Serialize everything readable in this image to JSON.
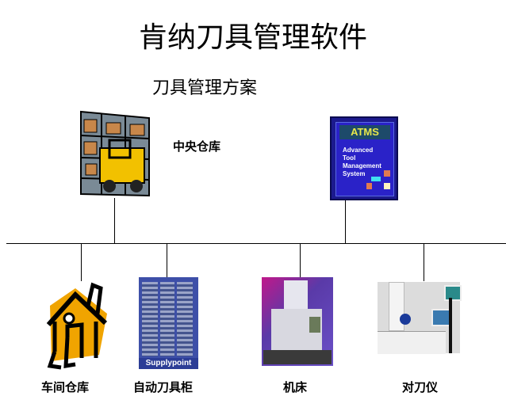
{
  "title": "肯纳刀具管理软件",
  "subtitle": "刀具管理方案",
  "central_warehouse": {
    "label": "中央仓库"
  },
  "atms": {
    "heading": "ATMS",
    "lines": [
      "Advanced",
      "Tool",
      "Management",
      "System"
    ]
  },
  "nodes": [
    {
      "label": "车间仓库"
    },
    {
      "label": "自动刀具柜",
      "brand": "Supplypoint"
    },
    {
      "label": "机床"
    },
    {
      "label": "对刀仪"
    }
  ]
}
